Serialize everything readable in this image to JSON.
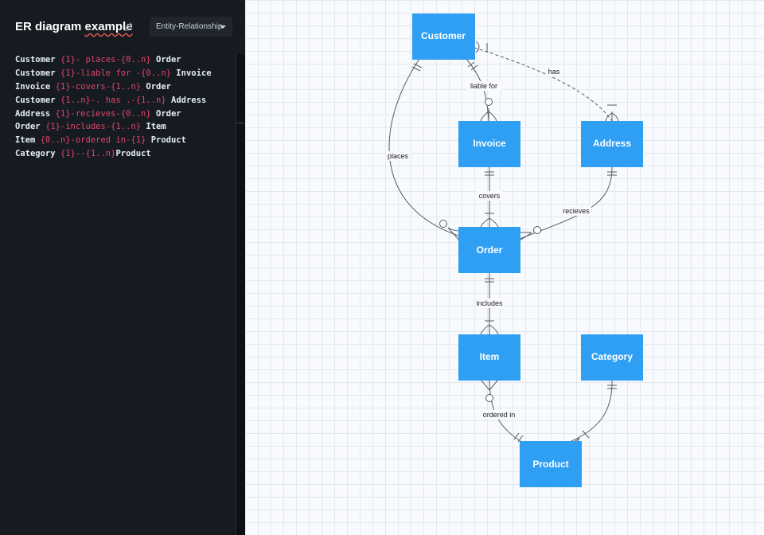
{
  "header": {
    "title_first": "ER diagram",
    "title_second": "example",
    "diagram_type": "Entity-Relationship"
  },
  "code_lines": [
    [
      {
        "t": "Customer "
      },
      {
        "t": "{1}- places-{0..n}",
        "c": true
      },
      {
        "t": " Order"
      }
    ],
    [
      {
        "t": "Customer "
      },
      {
        "t": "{1}-liable for -{0..n}",
        "c": true
      },
      {
        "t": " Invoice"
      }
    ],
    [
      {
        "t": "Invoice "
      },
      {
        "t": "{1}-covers-{1..n}",
        "c": true
      },
      {
        "t": " Order"
      }
    ],
    [
      {
        "t": "Customer "
      },
      {
        "t": "{1..n}-. has .-{1..n}",
        "c": true
      },
      {
        "t": " Address"
      }
    ],
    [
      {
        "t": "Address "
      },
      {
        "t": "{1}-recieves-{0..n}",
        "c": true
      },
      {
        "t": " Order"
      }
    ],
    [
      {
        "t": "Order "
      },
      {
        "t": "{1}-includes-{1..n}",
        "c": true
      },
      {
        "t": " Item"
      }
    ],
    [
      {
        "t": "Item "
      },
      {
        "t": "{0..n}-ordered in-{1}",
        "c": true
      },
      {
        "t": " Product"
      }
    ],
    [
      {
        "t": "Category "
      },
      {
        "t": "{1}--{1..n}",
        "c": true
      },
      {
        "t": "Product"
      }
    ]
  ],
  "diagram": {
    "entities": {
      "customer": "Customer",
      "invoice": "Invoice",
      "address": "Address",
      "order": "Order",
      "item": "Item",
      "category": "Category",
      "product": "Product"
    },
    "relations": {
      "places": "places",
      "liable_for": "liable for",
      "has": "has",
      "covers": "covers",
      "recieves": "recieves",
      "includes": "includes",
      "ordered_in": "ordered in"
    }
  },
  "colors": {
    "entity_fill": "#2f9ff3",
    "sidebar_bg": "#161b22",
    "cardinality_text": "#e0456b"
  }
}
